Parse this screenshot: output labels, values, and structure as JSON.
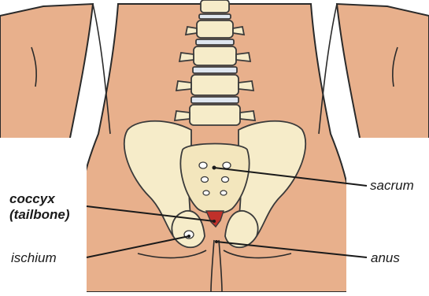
{
  "diagram": {
    "labels": {
      "sacrum": "sacrum",
      "coccyx_line1": "coccyx",
      "coccyx_line2": "(tailbone)",
      "ischium": "ischium",
      "anus": "anus"
    },
    "colors": {
      "skin": "#e8b08c",
      "skin_outline": "#2a2a2a",
      "bone": "#f6ecc9",
      "bone_shade": "#eadcae",
      "bone_outline": "#3a3a3a",
      "vertebra_disc": "#dfe6ef",
      "coccyx": "#c0302a",
      "leader_line": "#1a1a1a"
    }
  }
}
